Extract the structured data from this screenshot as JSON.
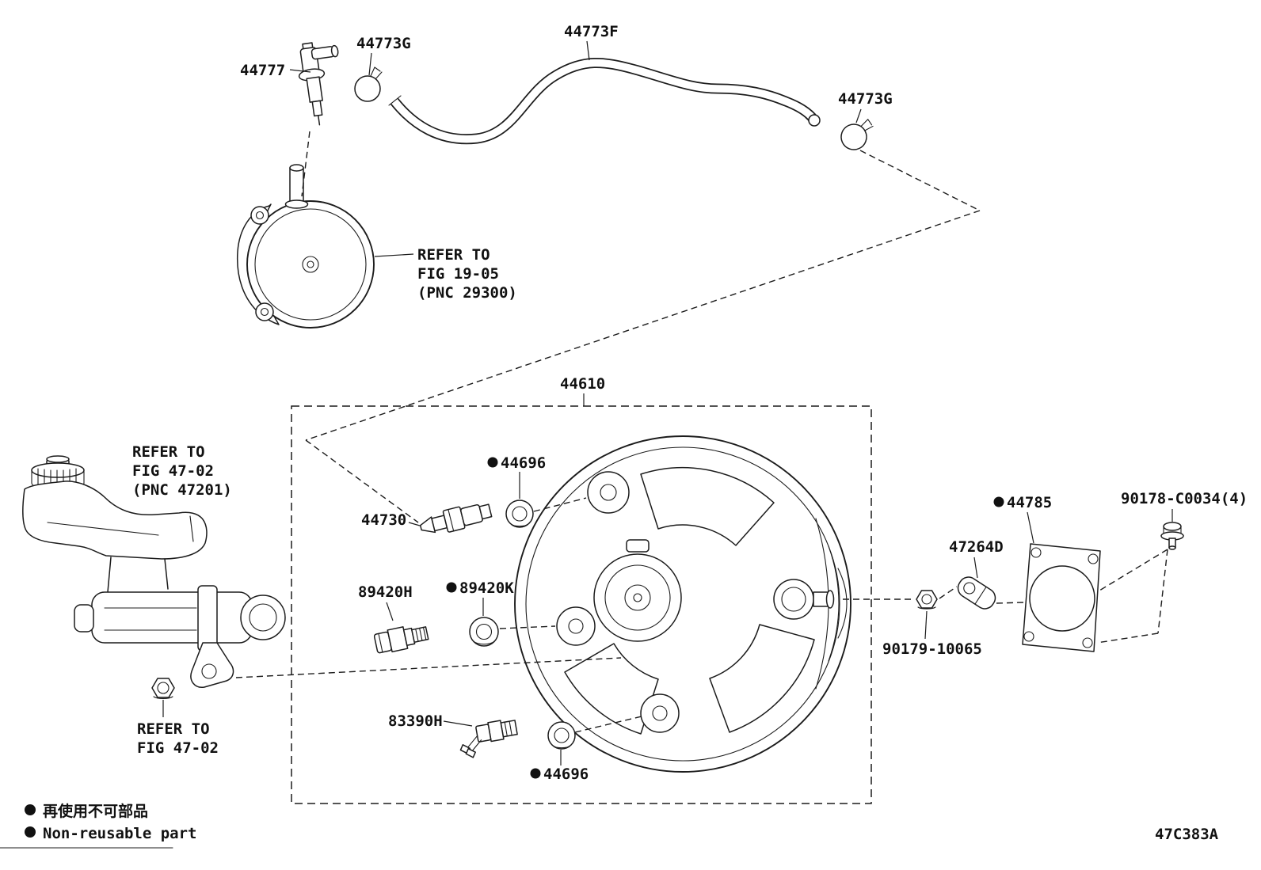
{
  "parts": {
    "valve": "44777",
    "clamp_top": "44773G",
    "hose": "44773F",
    "clamp_right": "44773G",
    "booster_assy": "44610",
    "grommet_top": "44696",
    "sensor_vacuum": "44730",
    "sensor_h": "89420H",
    "grommet_k": "89420K",
    "sensor_stoplight": "83390H",
    "grommet_bottom": "44696",
    "gasket": "44785",
    "bolt": "90178-C0034(4)",
    "bracket": "47264D",
    "nut": "90179-10065"
  },
  "references": {
    "pump": [
      "REFER TO",
      "FIG 19-05",
      "(PNC 29300)"
    ],
    "master_reservoir": [
      "REFER TO",
      "FIG 47-02",
      "(PNC 47201)"
    ],
    "master_cylinder": [
      "REFER TO",
      "FIG 47-02"
    ]
  },
  "legend": {
    "jp": "再使用不可部品",
    "en": "Non-reusable part"
  },
  "diagram_code": "47C383A",
  "colors": {
    "ink": "#1c1c1c",
    "background": "#ffffff"
  }
}
